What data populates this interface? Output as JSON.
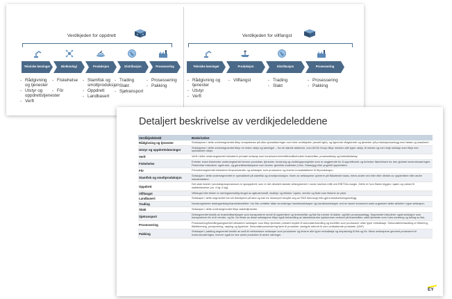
{
  "left_chain": {
    "title": "Verdikjeden for oppdrett",
    "steps": [
      {
        "label": "Tekniske løsninger",
        "icon": "robot-arm-icon",
        "items": [
          "Rådgivning og tjenester",
          "Utstyr og oppdrettstjenester",
          "Verft"
        ]
      },
      {
        "label": "Biotknologi",
        "icon": "molecule-icon",
        "items": [
          "Fiskehelse",
          "Fôr"
        ]
      },
      {
        "label": "Produksjon",
        "icon": "fish-farm-icon",
        "items": [
          "Stamfisk og smoltproduksjon",
          "Oppdrett",
          "Landbasert"
        ]
      },
      {
        "label": "Distribusjon",
        "icon": "globe-icon",
        "items": [
          "Trading",
          "Slakt",
          "Sjøtransport"
        ]
      },
      {
        "label": "Prosessering",
        "icon": "factory-icon",
        "items": [
          "Prosessering",
          "Pakking"
        ]
      }
    ]
  },
  "right_chain": {
    "title": "Verdikjeden for villfangst",
    "steps": [
      {
        "label": "Tekniske løsninger",
        "icon": "robot-arm-icon",
        "items": [
          "Rådgivning og tjenester",
          "Utstyr",
          "Verft"
        ]
      },
      {
        "label": "Produksjon",
        "icon": "fishing-boat-icon",
        "items": [
          "Villfangst"
        ]
      },
      {
        "label": "Distribusjon",
        "icon": "globe-icon",
        "items": [
          "Trading",
          "Slakt"
        ]
      },
      {
        "label": "Prosessering",
        "icon": "factory-icon",
        "items": [
          "Prosessering",
          "Pakking"
        ]
      }
    ]
  },
  "detail": {
    "title": "Detaljert beskrivelse av verdikjedeleddene",
    "headers": [
      "Verdikjedeledd",
      "Beskrivelse"
    ],
    "rows": [
      {
        "name": "Rådgivning og tjenester",
        "desc": "Selskapene i dette undersegmentet tilbyr kompetanse på ulike spesialiseringer over hele verdikjeden (avsett light), og lignende rådgivende og tjenester på produksjonsanlegg med farløs og maskineri."
      },
      {
        "name": "Utstyr og oppdrettsløsninger",
        "desc": "Selskapene i dette undersegmentet tilbyr en rekke utstyr og løsninger – fra de største aktørene, som AKVA Group tilbyr mestom alle typer utstyr, til mindre og mer nisje selskap som tilbyr mer spesialisert utstyr."
      },
      {
        "name": "Verft",
        "desc": "Verft i dette undersegmentet inkluderer primært selskap som konstruerer/retrofitt/vedlikeholder brønnbåter, prosessfartøy og førfraktefartøy."
      },
      {
        "name": "Fiskehelse",
        "desc": "Enheter innen fiskehelse undersegmentet leverer produkter, tjenester, forskning og utviklingsprosjekter som er avgjørende for å opprettholde og forbedre fiskehelsen for den globale havbruksnæringen. Fiskehelse inkluderer også avls- og genetikkselskapene som leverer genetisk materiale (f.eks. Stamegg) eller yngel/til oppdrettere."
      },
      {
        "name": "Fôr",
        "desc": "Fôrundersegmentet inkluderer fôrprodusenter og selskaper som produserer og leverer innsatsfaktorer til fôrproduksjon."
      },
      {
        "name": "Stamfisk og smoltproduksjon",
        "desc": "Selskaper i dette undersegmentet er spesialisert på stamfisk og smoltproduksjon. Noen av selskapene opererer på tilstøtende basis, mens andre ved eller eller direkte av oppdrettere eller andre industriaktører."
      },
      {
        "name": "Oppdrett",
        "desc": "Det siste leddet i produksjonsprosessen er sjøoppdrett, som er det desidert største delsegmentet i norsk havbruk målt ved EBITDA-margin. Dette er hvor fisken legges i sjøen og vokser til slaktestørrelse (ca. 4 kg–5 kg)."
      },
      {
        "name": "Villfangst",
        "desc": "Villfangst eller fisken er næringsinnsiktig fangst av sjøkvæmstoff, skalldyr og blekker i sjøen, utenfor og fiske som fiskene av yrker."
      },
      {
        "name": "Landbasert",
        "desc": "Selskaper i dette segmentet har sin fisk/dyrket på land og kan for eksempel benytte seg av RAS teknologi eller gjennomstrømningsanlegg."
      },
      {
        "name": "Trading",
        "desc": "Norskregistrerte tradingselskap/handelsbedrifter i for fisk omfatter både senndrivige handelsselskaper og handelsselskaper ved en større konsernet samt organisert dette aktivitet i egne selskaper."
      },
      {
        "name": "Slakt",
        "desc": "Selskaper i dette undersegmentet tilbyr slakteitjenester."
      },
      {
        "name": "Sjøtransport",
        "desc": "Delsegmentet består av brønnbåtselskaper som transporterer smolt til oppdrettere og levendefisk og fisk fra merder til slakte- og/eller prosessanlegg. Segmentet inkluderer også selskaper som transporterer fôr ut til merder, og fôr. De fleste av disse selskapene tilbyr også behandling av lakselus/andre sykdommer ombord på brønnbåter, samt tjenester som f.eks sortering og telling av fisk."
      },
      {
        "name": "Prosessering",
        "desc": "Prosessering/foredlingssegmentet inkluderer selskaper som tilbyr tjenester primært knyttet til sekundærforedling og bedrifter som produserer ulike typer emballasje. Sekundærbehandling er filetering, fillettrimming, porsjonering, røyking og lignende. Sekundærprosessering fører til produkter vanligvis referert til som verdiøkende produkter (VAP)."
      },
      {
        "name": "Pakking",
        "desc": "Selskaper i pakking segmentet består av små til mellomstore selskaper som produserer og leverer alle typer emballasje og innpakning til fisk og fôr. Mens selskapene generelt produserer til hvebrukcnæringen, leverer også en stor andel produkter til andre næringer."
      }
    ]
  },
  "logo": {
    "text": "EY"
  },
  "colors": {
    "chevron": "#4a6988",
    "header_band": "#c8d3df",
    "icon_blue": "#5b88b6",
    "ey_yellow": "#ffe600"
  }
}
